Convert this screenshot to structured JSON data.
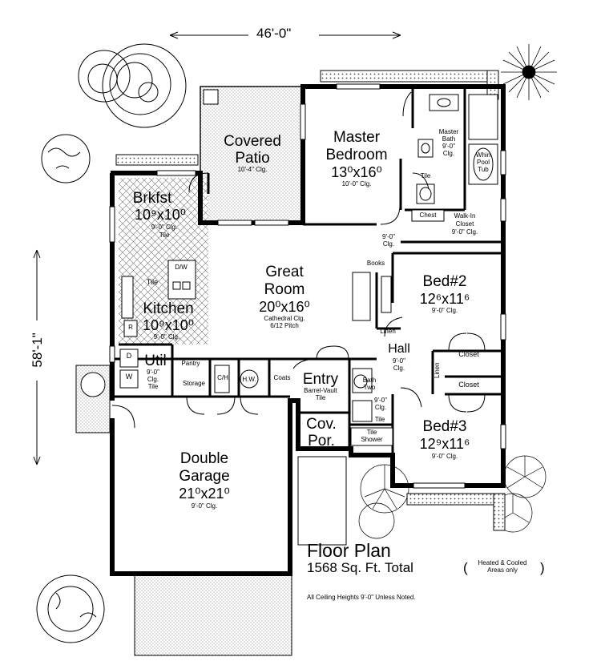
{
  "dimensions": {
    "width": "46'-0\"",
    "depth": "58'-1\""
  },
  "rooms": {
    "covered_patio": {
      "name_1": "Covered",
      "name_2": "Patio",
      "ceiling": "10'-4\" Clg."
    },
    "master_bedroom": {
      "name_1": "Master",
      "name_2": "Bedroom",
      "size": "13⁰x16⁰",
      "ceiling": "10'-0\" Clg."
    },
    "master_bath": {
      "name_1": "Master",
      "name_2": "Bath",
      "ceiling_1": "9'-0\"",
      "ceiling_2": "Clg."
    },
    "whirlpool": {
      "line1": "Whirl",
      "line2": "Pool",
      "line3": "Tub"
    },
    "tile_master": "Tile",
    "chest": "Chest",
    "walkin": {
      "line1": "Walk-In",
      "line2": "Closet",
      "line3": "9'-0\" Clg."
    },
    "brkfst": {
      "name": "Brkfst",
      "size": "10⁹x10⁰",
      "ceiling": "9'-0\" Clg.",
      "floor": "Tile"
    },
    "great_room": {
      "name_1": "Great",
      "name_2": "Room",
      "size": "20⁰x16⁰",
      "ceiling_1": "Cathedral Clg.",
      "ceiling_2": "6/12 Pitch"
    },
    "kitchen": {
      "name": "Kitchen",
      "size": "10⁹x10⁰",
      "ceiling": "9'-0\" Clg.",
      "floor": "Tile",
      "dw": "D/W",
      "r": "R"
    },
    "hall_9ft": {
      "line1": "9'-0\"",
      "line2": "Clg."
    },
    "books": "Books",
    "bed2": {
      "name": "Bed#2",
      "size": "12⁶x11⁶",
      "ceiling": "9'-0\" Clg."
    },
    "linen_1": "Linen",
    "hall": {
      "name": "Hall",
      "ceiling_1": "9'-0\"",
      "ceiling_2": "Clg."
    },
    "closet_1": "Closet",
    "closet_2": "Closet",
    "linen_2": "Linen",
    "util": {
      "name": "Util",
      "ceiling_1": "9'-0\"",
      "ceiling_2": "Clg.",
      "floor": "Tile",
      "d": "D",
      "w": "W"
    },
    "pantry": "Pantry",
    "storage": "Storage",
    "ch": "C/H",
    "hw": "H.W.",
    "coats": "Coats",
    "entry": {
      "name": "Entry",
      "ceiling": "Barrel-Vault",
      "floor": "Tile"
    },
    "bath_two": {
      "line1": "Bath",
      "line2": "Two",
      "ceiling_1": "9'-0\"",
      "ceiling_2": "Clg.",
      "floor": "Tile"
    },
    "tile_shower": {
      "line1": "Tile",
      "line2": "Shower"
    },
    "cov_por": {
      "line1": "Cov.",
      "line2": "Por."
    },
    "bed3": {
      "name": "Bed#3",
      "size": "12⁹x11⁶",
      "ceiling": "9'-0\" Clg."
    },
    "garage": {
      "name_1": "Double",
      "name_2": "Garage",
      "size": "21⁰x21⁰",
      "ceiling": "9'-0\" Clg."
    }
  },
  "title_block": {
    "title": "Floor Plan",
    "total": "1568 Sq. Ft. Total",
    "paren_open": "(",
    "paren_close": ")",
    "note_1": "Heated & Cooled",
    "note_2": "Areas only",
    "footer": "All Ceiling Heights 9'-0\" Unless Noted."
  }
}
